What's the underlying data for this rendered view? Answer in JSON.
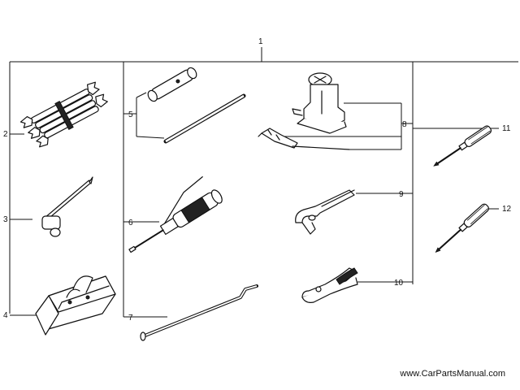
{
  "diagram": {
    "callouts": {
      "c1": "1",
      "c2": "2",
      "c3": "3",
      "c4": "4",
      "c5": "5",
      "c6": "6",
      "c7": "7",
      "c8": "8",
      "c9": "9",
      "c10": "10",
      "c11": "11",
      "c12": "12"
    },
    "parts": [
      {
        "callout": "1",
        "icon": "tool-kit-assembly-icon"
      },
      {
        "callout": "2",
        "icon": "double-ended-spanner-set-icon"
      },
      {
        "callout": "3",
        "icon": "plug-wrench-icon"
      },
      {
        "callout": "4",
        "icon": "tool-bag-icon"
      },
      {
        "callout": "5",
        "icon": "box-spanner-and-tommy-bar-icon"
      },
      {
        "callout": "6",
        "icon": "grease-gun-icon"
      },
      {
        "callout": "7",
        "icon": "jack-handle-icon"
      },
      {
        "callout": "8",
        "icon": "jack-icon"
      },
      {
        "callout": "9",
        "icon": "adjustable-wrench-icon"
      },
      {
        "callout": "10",
        "icon": "pliers-icon"
      },
      {
        "callout": "11",
        "icon": "screwdriver-icon"
      },
      {
        "callout": "12",
        "icon": "screwdriver-icon"
      }
    ]
  },
  "watermark": "www.CarPartsManual.com"
}
